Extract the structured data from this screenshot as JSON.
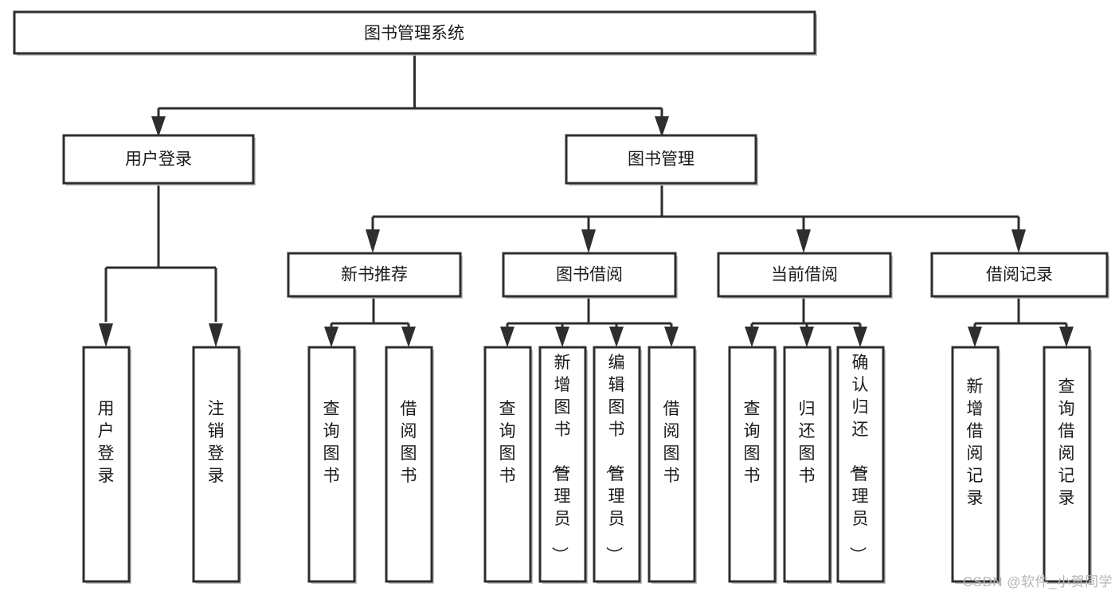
{
  "diagram": {
    "type": "tree",
    "title": "图书管理系统",
    "watermark": "CSDN @软件_小贺同学",
    "colors": {
      "box_fill": "#ffffff",
      "box_stroke": "#2e2e2e",
      "connector": "#2e2e2e",
      "text": "#1a1a1a",
      "watermark": "#b5b5b5",
      "background": "#ffffff"
    },
    "root": {
      "label": "图书管理系统"
    },
    "level1": [
      {
        "label": "用户登录"
      },
      {
        "label": "图书管理"
      }
    ],
    "level2": [
      {
        "label": "新书推荐"
      },
      {
        "label": "图书借阅"
      },
      {
        "label": "当前借阅"
      },
      {
        "label": "借阅记录"
      }
    ],
    "leaves": {
      "user_login": [
        {
          "label": "用户登录"
        },
        {
          "label": "注销登录"
        }
      ],
      "new_book_recommend": [
        {
          "label": "查询图书"
        },
        {
          "label": "借阅图书"
        }
      ],
      "book_borrow": [
        {
          "label": "查询图书"
        },
        {
          "label": "新增图书（管理员）"
        },
        {
          "label": "编辑图书（管理员）"
        },
        {
          "label": "借阅图书"
        }
      ],
      "current_borrow": [
        {
          "label": "查询图书"
        },
        {
          "label": "归还图书"
        },
        {
          "label": "确认归还（管理员）"
        }
      ],
      "borrow_record": [
        {
          "label": "新增借阅记录"
        },
        {
          "label": "查询借阅记录"
        }
      ]
    }
  }
}
